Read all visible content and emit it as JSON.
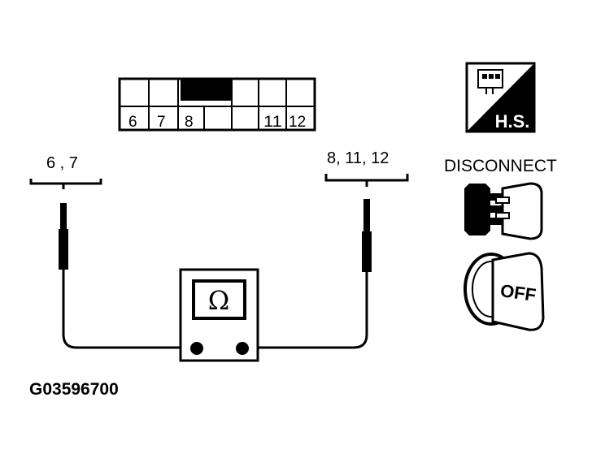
{
  "connector": {
    "terminal_labels": [
      "6",
      "7",
      "8",
      "11",
      "12"
    ]
  },
  "probes": {
    "left_label": "6 , 7",
    "right_label": "8, 11, 12"
  },
  "meter": {
    "symbol": "Ω"
  },
  "harness_icon": {
    "text": "H.S."
  },
  "action": {
    "disconnect_label": "DISCONNECT",
    "ignition_label": "OFF"
  },
  "figure_code": "G03596700",
  "colors": {
    "ink": "#000000",
    "paper": "#ffffff"
  }
}
